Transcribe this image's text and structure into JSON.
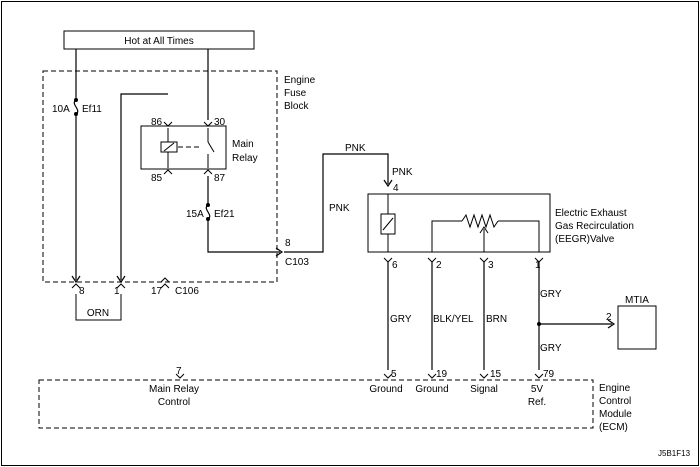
{
  "power_source": "Hot at All Times",
  "fuse_block": {
    "line1": "Engine",
    "line2": "Fuse",
    "line3": "Block"
  },
  "fuses": [
    {
      "rating": "10A",
      "name": "Ef11"
    },
    {
      "rating": "15A",
      "name": "Ef21"
    }
  ],
  "relay": {
    "name_line1": "Main",
    "name_line2": "Relay",
    "pins": [
      "86",
      "30",
      "85",
      "87"
    ]
  },
  "connectors": {
    "c103_pin": "8",
    "c103_name": "C103",
    "c106_pins": [
      "8",
      "1",
      "17"
    ],
    "c106_name": "C106"
  },
  "wire_colors": {
    "pnk": "PNK",
    "orn": "ORN",
    "gry": "GRY",
    "blk_yel": "BLK/YEL",
    "brn": "BRN"
  },
  "eegr_valve": {
    "line1": "Electric Exhaust",
    "line2": "Gas Recirculation",
    "line3": "(EEGR)Valve",
    "pin_top": "4",
    "pins_bottom": [
      "6",
      "2",
      "3",
      "1"
    ]
  },
  "mtia": {
    "label": "MTIA",
    "pin": "2"
  },
  "ecm": {
    "line1": "Engine",
    "line2": "Control",
    "line3": "Module",
    "line4": "(ECM)",
    "terminals": [
      {
        "pin": "7",
        "label1": "Main Relay",
        "label2": "Control"
      },
      {
        "pin": "5",
        "label1": "Ground",
        "label2": ""
      },
      {
        "pin": "19",
        "label1": "Ground",
        "label2": ""
      },
      {
        "pin": "15",
        "label1": "Signal",
        "label2": ""
      },
      {
        "pin": "79",
        "label1": "5V",
        "label2": "Ref."
      }
    ]
  },
  "figure_id": "J5B1F13"
}
